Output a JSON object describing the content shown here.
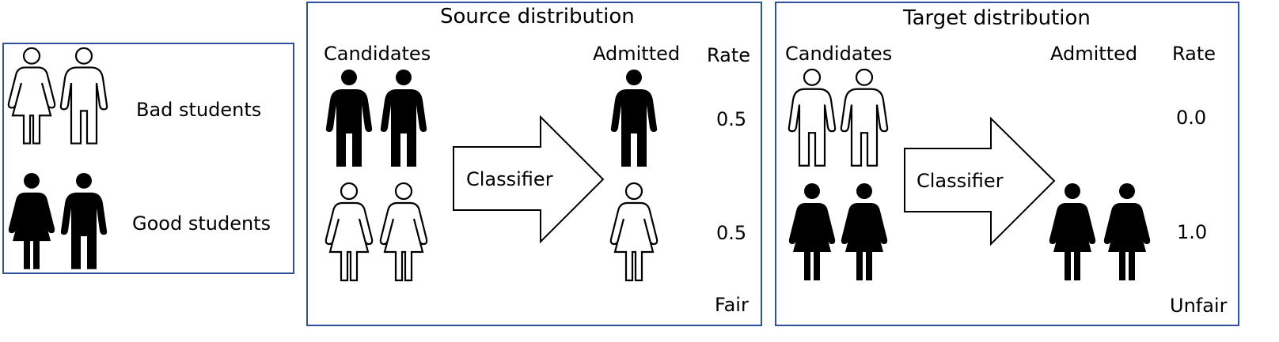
{
  "legend": {
    "bad_label": "Bad students",
    "good_label": "Good students"
  },
  "source": {
    "title": "Source distribution",
    "candidates_label": "Candidates",
    "admitted_label": "Admitted",
    "rate_label": "Rate",
    "arrow_label": "Classifier",
    "rate_top": "0.5",
    "rate_bottom": "0.5",
    "verdict": "Fair"
  },
  "target": {
    "title": "Target distribution",
    "candidates_label": "Candidates",
    "admitted_label": "Admitted",
    "rate_label": "Rate",
    "arrow_label": "Classifier",
    "rate_top": "0.0",
    "rate_bottom": "1.0",
    "verdict": "Unfair"
  },
  "colors": {
    "border": "#2f4f9f",
    "good": "#000000",
    "bad": "#ffffff"
  }
}
